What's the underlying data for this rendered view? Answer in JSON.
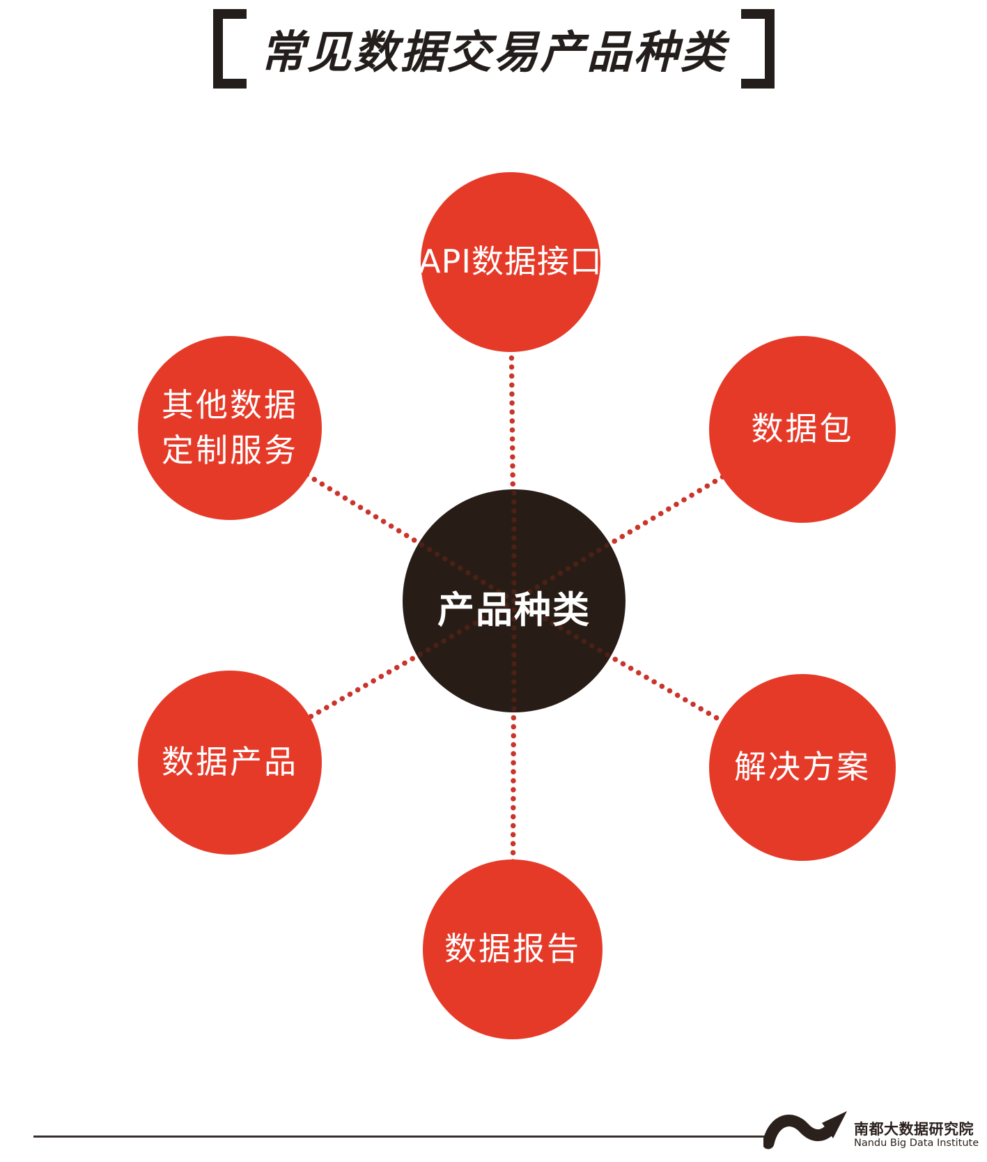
{
  "title": {
    "bracket_left": "[",
    "text": "常见数据交易产品种类",
    "bracket_right": "]"
  },
  "center": {
    "label": "产品种类"
  },
  "nodes": [
    {
      "id": "api-data-interface",
      "label": "API数据接口"
    },
    {
      "id": "data-package",
      "label": "数据包"
    },
    {
      "id": "solutions",
      "label": "解决方案"
    },
    {
      "id": "data-report",
      "label": "数据报告"
    },
    {
      "id": "data-product",
      "label": "数据产品"
    },
    {
      "id": "other-custom-service",
      "lines": [
        "其他数据",
        "定制服务"
      ]
    }
  ],
  "footer": {
    "org_cn": "南都大数据研究院",
    "org_en": "Nandu Big Data Institute"
  },
  "colors": {
    "satellite_red": "#e63a29",
    "dot_red": "#ca342a",
    "center_dark": "#281c17",
    "dot_dark": "#4a2114",
    "title_black": "#231e1b",
    "footer_dark": "#2a211d",
    "background": "#ffffff"
  }
}
